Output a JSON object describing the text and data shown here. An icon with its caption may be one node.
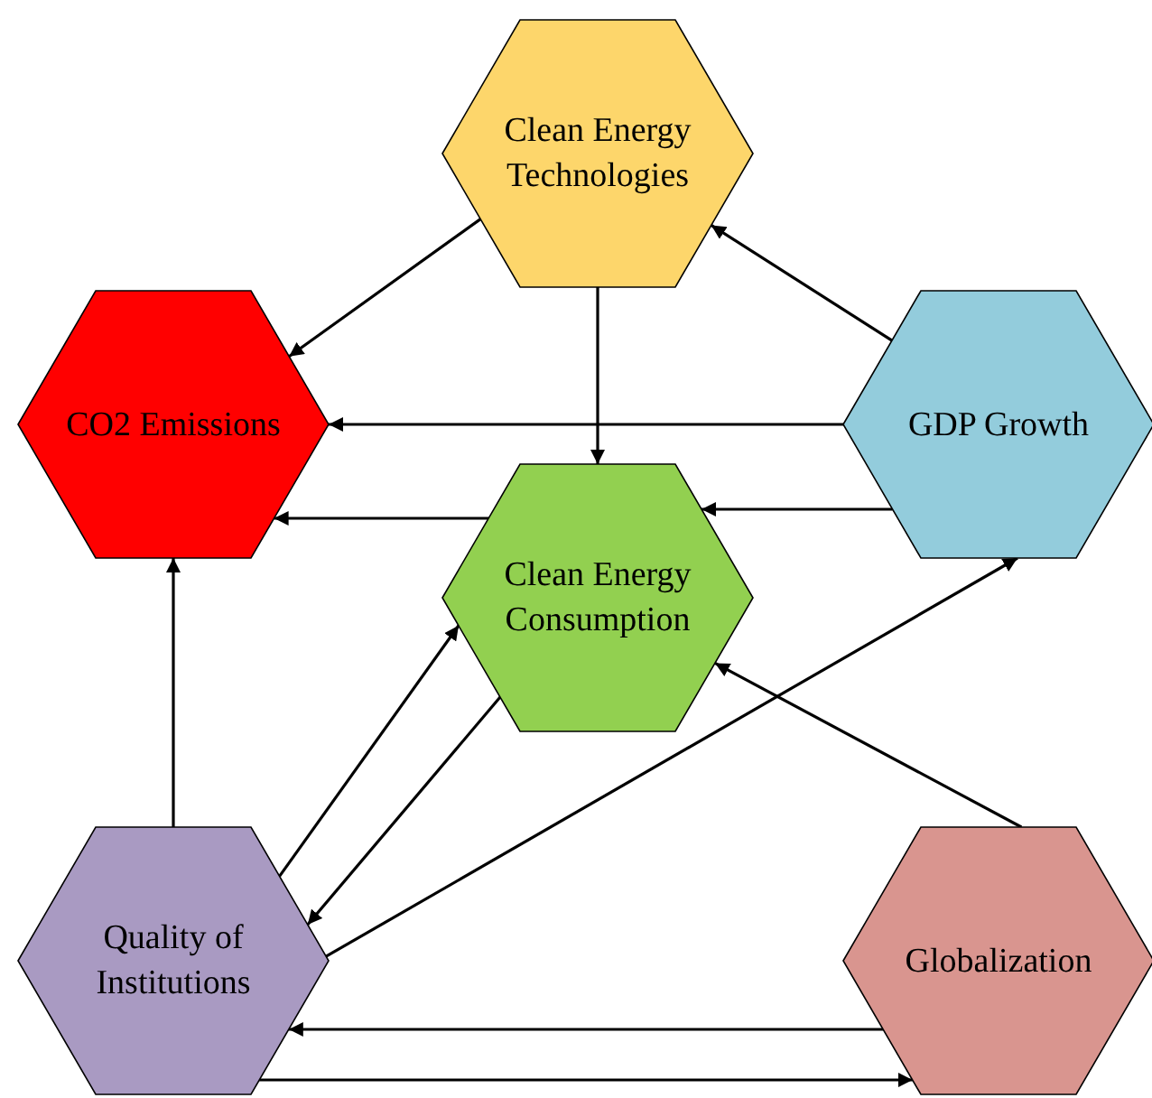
{
  "diagram": {
    "nodes": [
      {
        "text": [
          "Clean Energy Technologies"
        ]
      },
      {
        "text": [
          "CO2 Emissions"
        ]
      },
      {
        "text": [
          "GDP Growth"
        ]
      },
      {
        "text": [
          "Clean Energy Consumption"
        ]
      },
      {
        "text": [
          "Quality of Institutions"
        ]
      },
      {
        "text": [
          "Globalization"
        ]
      }
    ],
    "edges": [
      {
        "from": 0,
        "to": 1,
        "arrow": "to"
      },
      {
        "from": 0,
        "to": 3,
        "arrow": "to"
      },
      {
        "from": 2,
        "to": 0,
        "arrow": "to"
      },
      {
        "from": 2,
        "to": 1,
        "arrow": "to"
      },
      {
        "from": 2,
        "to": 3,
        "arrow": "to"
      },
      {
        "from": 3,
        "to": 1,
        "arrow": "to"
      },
      {
        "from": 4,
        "to": 1,
        "arrow": "to"
      },
      {
        "from": 4,
        "to": 3,
        "arrow": "to"
      },
      {
        "from": 3,
        "to": 4,
        "arrow": "to"
      },
      {
        "from": 4,
        "to": 2,
        "arrow": "to"
      },
      {
        "from": 5,
        "to": 3,
        "arrow": "to"
      },
      {
        "from": 5,
        "to": 4,
        "arrow": "to"
      },
      {
        "from": 4,
        "to": 5,
        "arrow": "to"
      }
    ]
  }
}
